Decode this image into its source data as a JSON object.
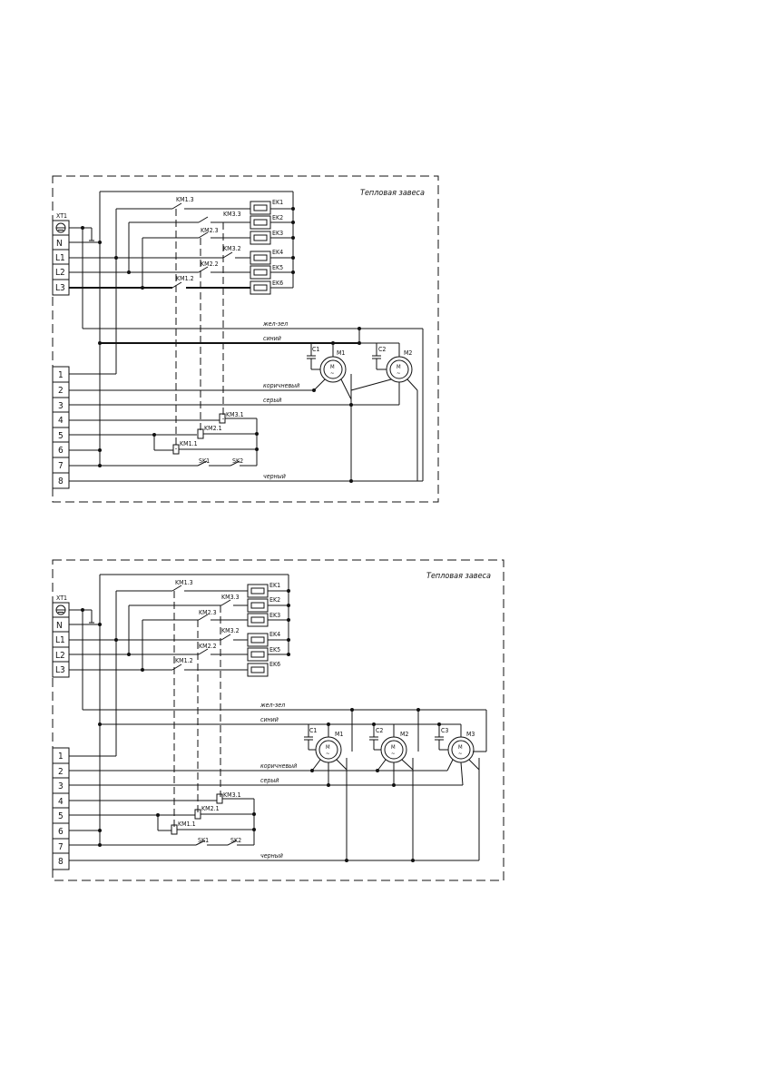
{
  "title": "Тепловая завеса",
  "terminal_block": "XT1",
  "power_terminals": [
    "N",
    "L1",
    "L2",
    "L3"
  ],
  "control_terminals": [
    "1",
    "2",
    "3",
    "4",
    "5",
    "6",
    "7",
    "8"
  ],
  "heaters": [
    "EK1",
    "EK2",
    "EK3",
    "EK4",
    "EK5",
    "EK6"
  ],
  "contacts": {
    "km13": "KM1.3",
    "km12": "KM1.2",
    "km11": "KM1.1",
    "km23": "KM2.3",
    "km22": "KM2.2",
    "km21": "KM2.1",
    "km33": "KM3.3",
    "km32": "KM3.2",
    "km31": "KM3.1"
  },
  "switches": [
    "SK1",
    "SK2"
  ],
  "wires": {
    "yellow_green_top": "жел-зел",
    "blue_top": "синий",
    "brown_top": "коричневый",
    "grey_top": "серый",
    "black_top": "черный",
    "yellow_green_bottom": "жел-зел",
    "blue_bottom": "синий",
    "brown_bottom": "коричневый",
    "grey_bottom": "серый",
    "black_bottom": "черный"
  },
  "motor_symbol": "M",
  "motor_ac": "~",
  "motors_top": [
    "M1",
    "M2"
  ],
  "caps_top": [
    "C1",
    "C2"
  ],
  "motors_bottom": [
    "M1",
    "M2",
    "M3"
  ],
  "caps_bottom": [
    "C1",
    "C2",
    "C3"
  ]
}
